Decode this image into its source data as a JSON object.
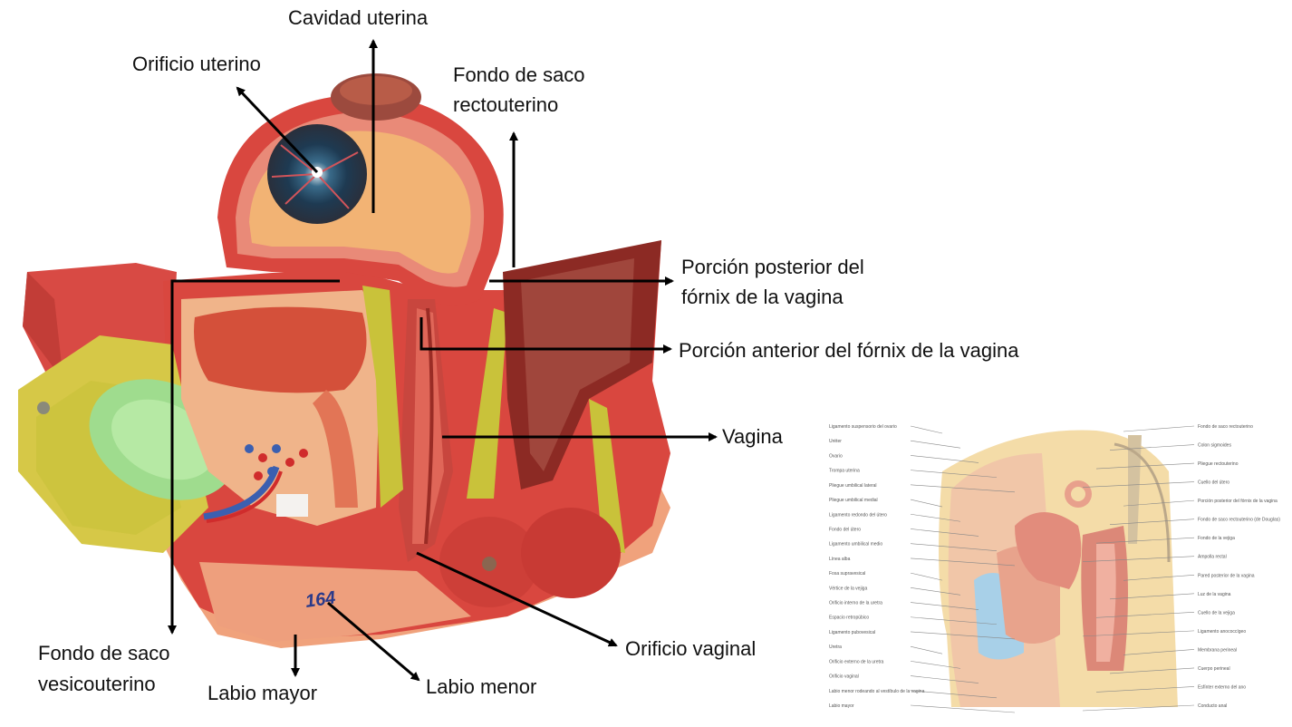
{
  "main_labels": {
    "cavidad_uterina": "Cavidad uterina",
    "orificio_uterino": "Orificio uterino",
    "fondo_rectouterino_1": "Fondo de saco",
    "fondo_rectouterino_2": "rectouterino",
    "fornix_posterior_1": "Porción posterior del",
    "fornix_posterior_2": "fórnix de la vagina",
    "fornix_anterior": "Porción anterior del fórnix de la vagina",
    "vagina": "Vagina",
    "orificio_vaginal": "Orificio vaginal",
    "fondo_vesicouterino_1": "Fondo de saco",
    "fondo_vesicouterino_2": "vesicouterino",
    "labio_mayor": "Labio mayor",
    "labio_menor": "Labio menor"
  },
  "model_tag": "164",
  "reference_left": [
    "Ligamento suspensorio del ovario",
    "Uréter",
    "Ovario",
    "Trompa uterina",
    "Pliegue umbilical lateral",
    "Pliegue umbilical medial",
    "Ligamento redondo del útero",
    "Fondo del útero",
    "Ligamento umbilical medio",
    "Línea alba",
    "Fosa supravesical",
    "Vértice de la vejiga",
    "Orificio interno de la uretra",
    "Espacio retropúbico",
    "Ligamento pubovesical",
    "Uretra",
    "Orificio externo de la uretra",
    "Orificio vaginal",
    "Labio menor rodeando al vestíbulo de la vagina",
    "Labio mayor"
  ],
  "reference_right": [
    "Fondo de saco rectouterino",
    "Colon sigmoides",
    "Pliegue rectouterino",
    "Cuello del útero",
    "Porción posterior del fórnix de la vagina",
    "Fondo de saco rectouterino (de Douglas)",
    "Fondo de la vejiga",
    "Ampolla rectal",
    "Pared posterior de la vagina",
    "Luz de la vagina",
    "Cuello de la vejiga",
    "Ligamento anococcígeo",
    "Membrana perineal",
    "Cuerpo perineal",
    "Esfínter externo del ano",
    "Conducto anal"
  ],
  "colors": {
    "muscle": "#d9473f",
    "muscle_dark": "#b8322c",
    "cavity": "#f2b374",
    "skin": "#f0a27c",
    "fat_yellow": "#c9c23a",
    "bladder_green": "#9fdc8e",
    "rectum_dark": "#8c2a24",
    "arrow": "#000000"
  }
}
